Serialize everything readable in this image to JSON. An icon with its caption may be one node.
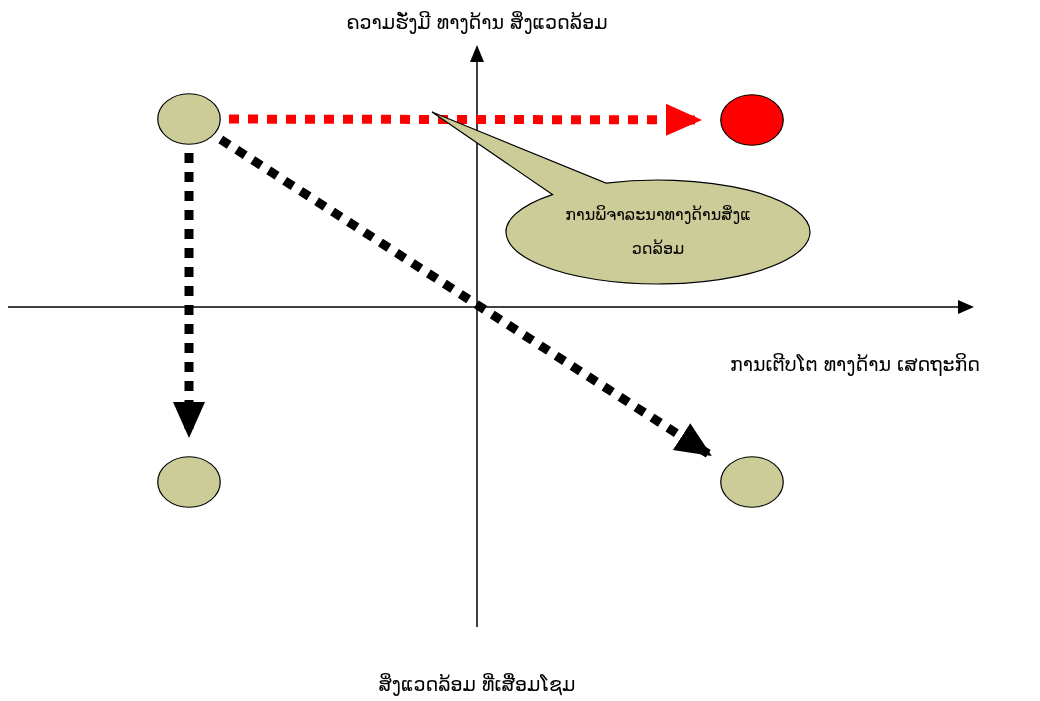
{
  "diagram": {
    "nodes": [
      {
        "text": [],
        "shape": "circle"
      },
      {
        "text": [],
        "shape": "circle"
      },
      {
        "text": [],
        "shape": "circle"
      },
      {
        "text": [],
        "shape": "circle"
      },
      {
        "text": [
          "ການພິຈາລະນາທາງດ້ານສິ່ງແວດລ້ອມ"
        ]
      }
    ],
    "edges": [
      {
        "from": 0,
        "to": 1,
        "arrow": "to",
        "style": "dashed",
        "color": "#ff0000"
      },
      {
        "from": 0,
        "to": 2,
        "arrow": "to",
        "style": "dashed"
      },
      {
        "from": 0,
        "to": 3,
        "arrow": "to",
        "style": "dashed"
      }
    ],
    "labels": [
      "ຄວາມຮັ່ງມີ ທາງດ້ານ ສິ່ງແວດລ້ອມ",
      "ການເຕີບໂຕ ທາງດ້ານ ເສດຖະກິດ",
      "ສິ່ງແວດລ້ອມ ທີ່ເສື່ອມໂຊມ"
    ]
  }
}
